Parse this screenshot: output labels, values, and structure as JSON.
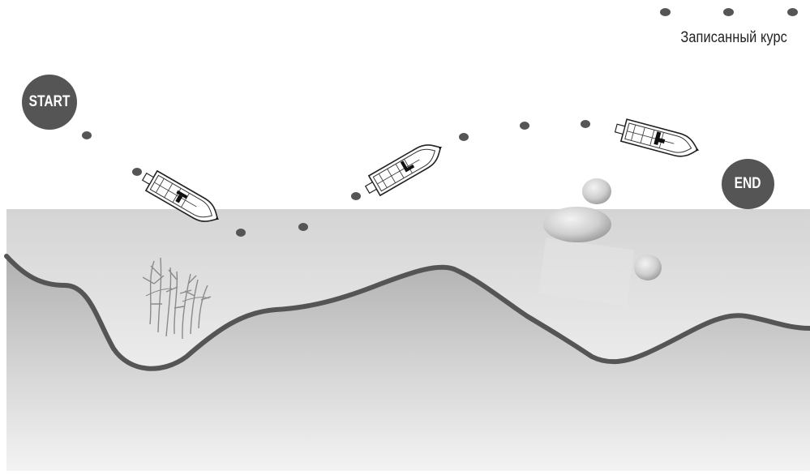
{
  "legend": {
    "label": "Записанный курс"
  },
  "start_marker": {
    "label": "START"
  },
  "end_marker": {
    "label": "END"
  },
  "colors": {
    "track_dot": "#555555",
    "bottom_line": "#555555",
    "marker": "#555555",
    "water_top": "#dcdcdc",
    "water_bottom": "#f5f5f5"
  },
  "icons": [
    "boat-icon",
    "weed-icon",
    "rock-icon"
  ]
}
